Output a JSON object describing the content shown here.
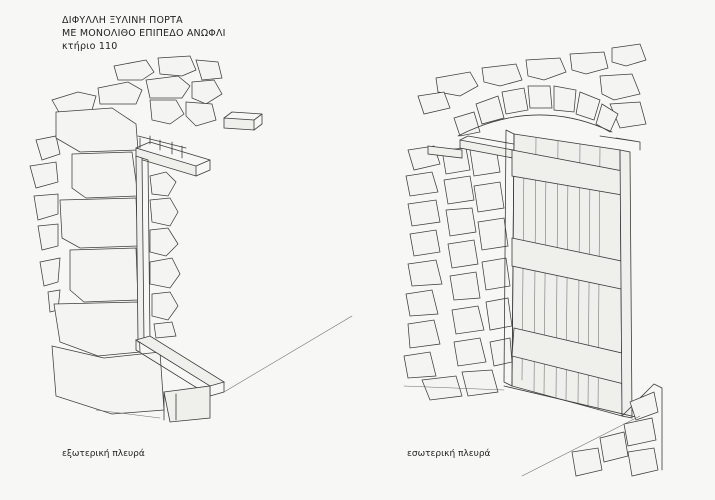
{
  "title": {
    "line1": "ΔΙΦΥΛΛΗ ΞΥΛΙΝΗ ΠΟΡΤΑ",
    "line2": "ΜΕ ΜΟΝΟΛΙΘΟ ΕΠΙΠΕΔΟ ΑΝΩΦΛΙ",
    "line3": "κτήριο 110"
  },
  "captions": {
    "left": "εξωτερική πλευρά",
    "right": "εσωτερική πλευρά"
  },
  "colors": {
    "paper": "#f7f7f5",
    "pencil": "#3b3b3b"
  }
}
